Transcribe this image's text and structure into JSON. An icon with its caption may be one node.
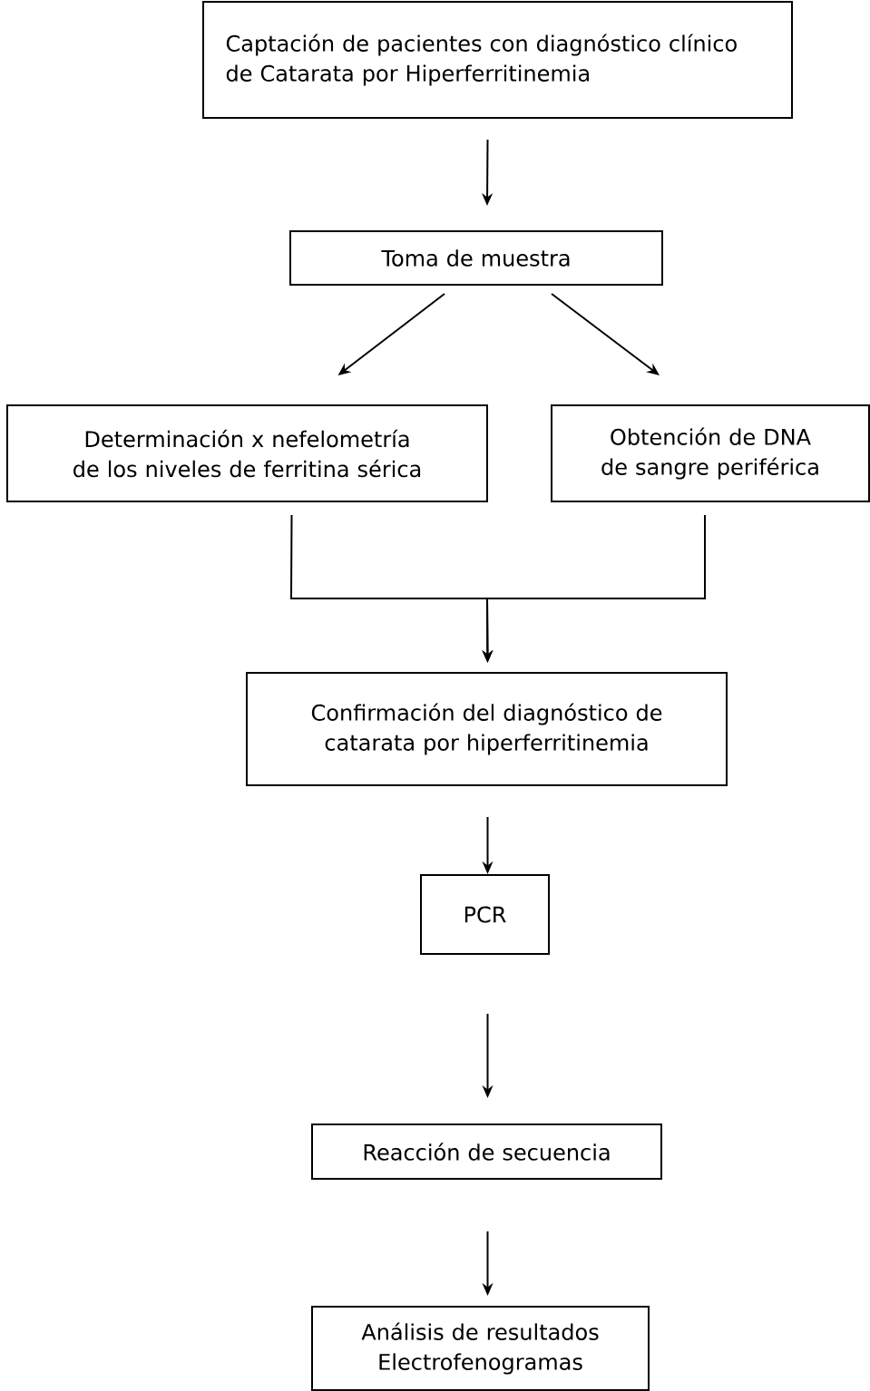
{
  "diagram": {
    "nodes": [
      {
        "text": [
          "Captación de pacientes con diagnóstico clínico de Catarata por Hiperferritinemia"
        ]
      },
      {
        "text": [
          "Toma de muestra"
        ]
      },
      {
        "text": [
          "Determinación x nefelometría de los niveles de ferritina sérica"
        ]
      },
      {
        "text": [
          "Obtención de DNA de sangre periférica"
        ]
      },
      {
        "text": [
          "Confirmación del diagnóstico de catarata por hiperferritinemia"
        ]
      },
      {
        "text": [
          "PCR"
        ]
      },
      {
        "text": [
          "Reacción de secuencia"
        ]
      },
      {
        "text": [
          "Análisis de resultados Electrofenogramas"
        ]
      }
    ],
    "edges": [
      {
        "from": 0,
        "to": 1,
        "arrow": "to"
      },
      {
        "from": 1,
        "to": 2,
        "arrow": "to"
      },
      {
        "from": 1,
        "to": 3,
        "arrow": "to"
      },
      {
        "from": 2,
        "to": 4,
        "arrow": "to"
      },
      {
        "from": 3,
        "to": 4,
        "arrow": "to"
      },
      {
        "from": 4,
        "to": 5,
        "arrow": "to"
      },
      {
        "from": 5,
        "to": 6,
        "arrow": "to"
      },
      {
        "from": 6,
        "to": 7,
        "arrow": "to"
      }
    ]
  }
}
